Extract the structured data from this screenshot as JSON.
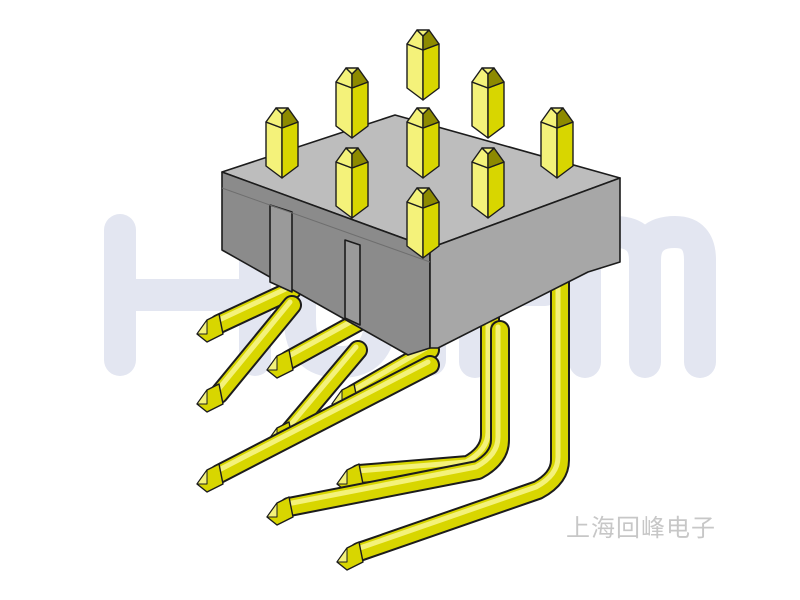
{
  "photo": {
    "watermark_letters": "HUIFM",
    "caption": "上海回峰电子",
    "colors": {
      "background": "#ffffff",
      "watermark": "#e3e6f1",
      "housing_top": "#bdbdbd",
      "housing_front": "#8b8b8b",
      "housing_side": "#a7a7a7",
      "pin_main": "#d8d600",
      "pin_light": "#f4f27a",
      "pin_dark": "#8d8a00",
      "edge": "#1c1c1c"
    },
    "subject": {
      "kind": "right-angle pin header connector",
      "vertical_pins": 9,
      "bent_pins": 9
    }
  }
}
